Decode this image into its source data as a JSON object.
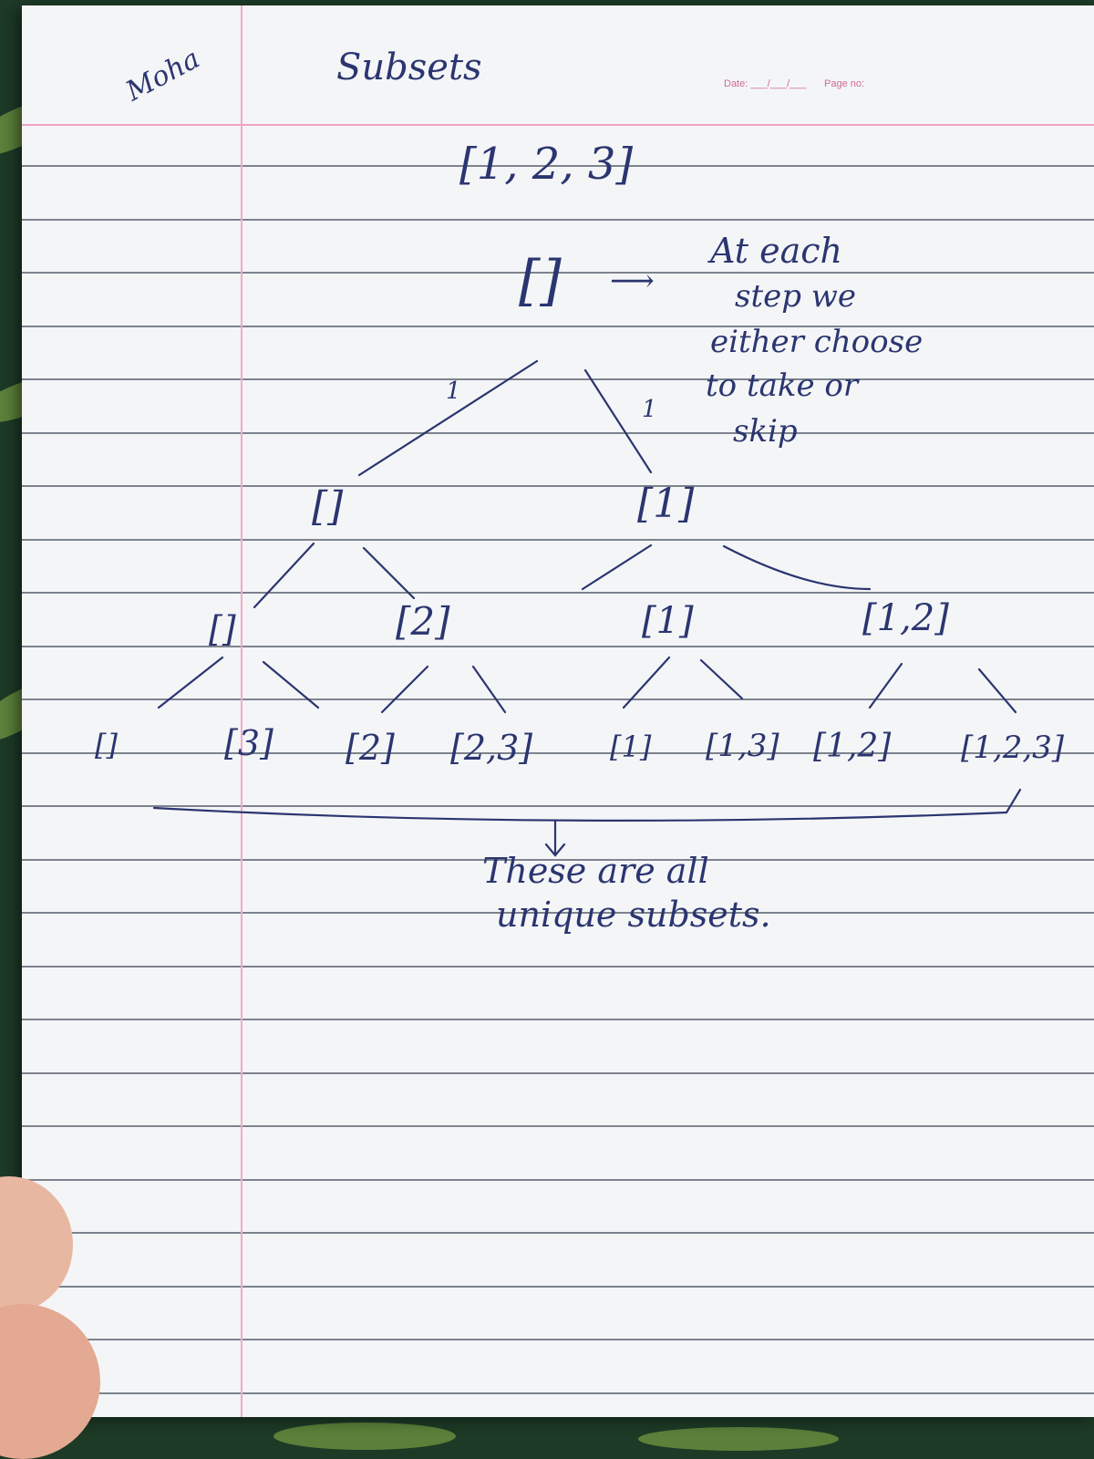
{
  "page": {
    "author_signature": "Moha",
    "title": "Subsets",
    "header_date_label": "Date: ___/___/___",
    "header_page_label": "Page no:"
  },
  "diagram": {
    "input_set": "[1, 2, 3]",
    "root_node": "[]",
    "note_lines": [
      "At each",
      "step we",
      "either choose",
      "to take or",
      "skip"
    ],
    "edge_labels": {
      "skip_1": "1",
      "take_1": "1"
    },
    "level1": [
      "[]",
      "[1]"
    ],
    "level2": [
      "[]",
      "[2]",
      "[1]",
      "[1,2]"
    ],
    "level3": [
      "[]",
      "[3]",
      "[2]",
      "[2,3]",
      "[1]",
      "[1,3]",
      "[1,2]",
      "[1,2,3]"
    ],
    "conclusion_lines": [
      "These are all",
      "unique subsets."
    ]
  },
  "colors": {
    "ink": "#2b3570",
    "paper": "#f4f5f7",
    "rule_line": "#545c6a",
    "margin_line": "#f3a9c8"
  }
}
